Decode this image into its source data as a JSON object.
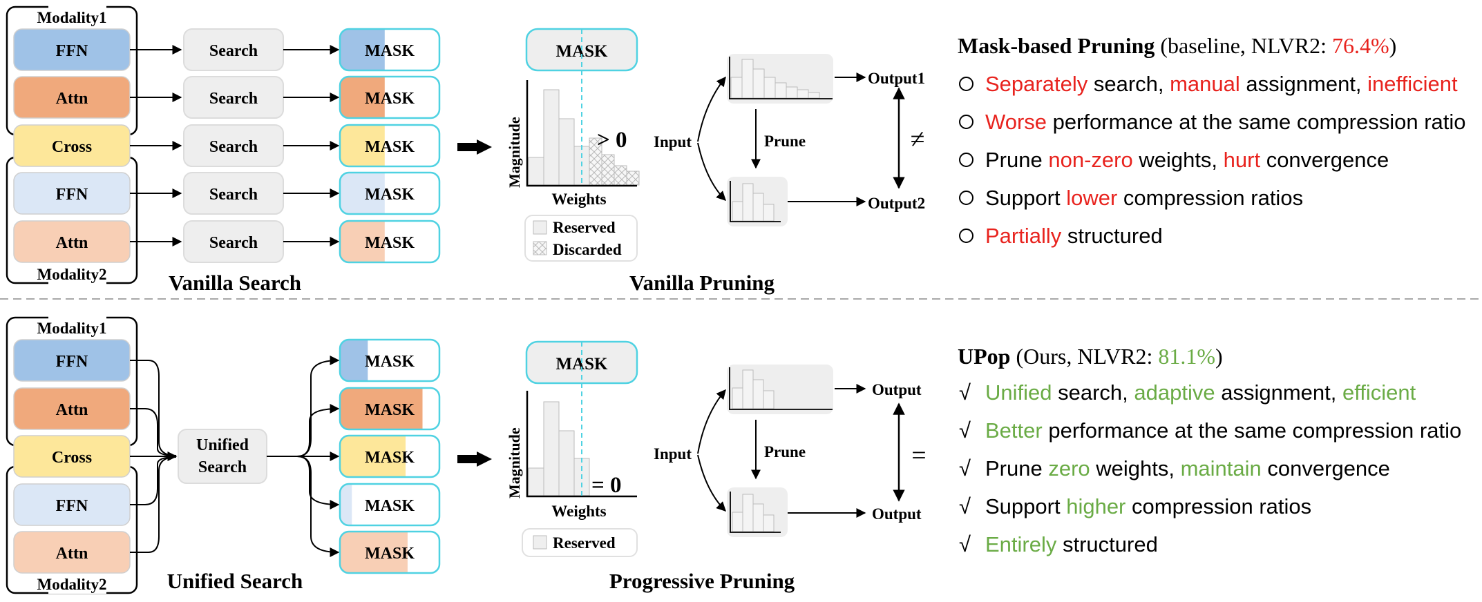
{
  "colors": {
    "ffn_dark": "#9fc2e7",
    "attn_dark": "#f0a97c",
    "cross": "#fde79a",
    "ffn_light": "#dbe7f6",
    "attn_light": "#f8cfb5",
    "red": "#e8231e",
    "green": "#6aab45",
    "cyan": "#4fd2e2"
  },
  "vanilla": {
    "modality1": "Modality1",
    "modality2": "Modality2",
    "blocks": [
      "FFN",
      "Attn",
      "Cross",
      "FFN",
      "Attn"
    ],
    "search": "Search",
    "mask": "MASK",
    "mask_fill": [
      0.45,
      0.45,
      0.45,
      0.45,
      0.45
    ],
    "section_title": "Vanilla Search"
  },
  "vanilla_pruning": {
    "mask": "MASK",
    "ylabel": "Magnitude",
    "xlabel": "Weights",
    "annotation": "> 0",
    "legend_reserved": "Reserved",
    "legend_discarded": "Discarded",
    "input": "Input",
    "prune": "Prune",
    "output1": "Output1",
    "output2": "Output2",
    "relation": "≠",
    "section_title": "Vanilla Pruning"
  },
  "unified": {
    "modality1": "Modality1",
    "modality2": "Modality2",
    "blocks": [
      "FFN",
      "Attn",
      "Cross",
      "FFN",
      "Attn"
    ],
    "search_line1": "Unified",
    "search_line2": "Search",
    "mask": "MASK",
    "mask_fill": [
      0.28,
      0.83,
      0.66,
      0.12,
      0.68
    ],
    "section_title": "Unified Search"
  },
  "progressive_pruning": {
    "mask": "MASK",
    "ylabel": "Magnitude",
    "xlabel": "Weights",
    "annotation": "= 0",
    "legend_reserved": "Reserved",
    "input": "Input",
    "prune": "Prune",
    "output_top": "Output",
    "output_bottom": "Output",
    "relation": "=",
    "section_title": "Progressive Pruning"
  },
  "baseline": {
    "title_bold": "Mask-based Pruning",
    "title_rest": " (baseline, NLVR2: ",
    "title_value": "76.4%",
    "title_close": ")",
    "items": [
      [
        {
          "t": "Separately",
          "c": "red"
        },
        {
          "t": " search, "
        },
        {
          "t": "manual",
          "c": "red"
        },
        {
          "t": " assignment, "
        },
        {
          "t": "inefficient",
          "c": "red"
        }
      ],
      [
        {
          "t": "Worse",
          "c": "red"
        },
        {
          "t": " performance at the same compression ratio"
        }
      ],
      [
        {
          "t": "Prune "
        },
        {
          "t": "non-zero",
          "c": "red"
        },
        {
          "t": " weights, "
        },
        {
          "t": "hurt",
          "c": "red"
        },
        {
          "t": " convergence"
        }
      ],
      [
        {
          "t": "Support "
        },
        {
          "t": "lower",
          "c": "red"
        },
        {
          "t": " compression ratios"
        }
      ],
      [
        {
          "t": "Partially",
          "c": "red"
        },
        {
          "t": " structured"
        }
      ]
    ]
  },
  "upop": {
    "title_bold": "UPop",
    "title_rest": " (Ours, NLVR2: ",
    "title_value": "81.1%",
    "title_close": ")",
    "check": "√",
    "items": [
      [
        {
          "t": "Unified",
          "c": "green"
        },
        {
          "t": " search, "
        },
        {
          "t": "adaptive",
          "c": "green"
        },
        {
          "t": " assignment, "
        },
        {
          "t": "efficient",
          "c": "green"
        }
      ],
      [
        {
          "t": "Better",
          "c": "green"
        },
        {
          "t": " performance at the same compression ratio"
        }
      ],
      [
        {
          "t": "Prune "
        },
        {
          "t": "zero",
          "c": "green"
        },
        {
          "t": " weights, "
        },
        {
          "t": "maintain",
          "c": "green"
        },
        {
          "t": " convergence"
        }
      ],
      [
        {
          "t": "Support "
        },
        {
          "t": "higher",
          "c": "green"
        },
        {
          "t": " compression ratios"
        }
      ],
      [
        {
          "t": "Entirely",
          "c": "green"
        },
        {
          "t": " structured"
        }
      ]
    ]
  }
}
